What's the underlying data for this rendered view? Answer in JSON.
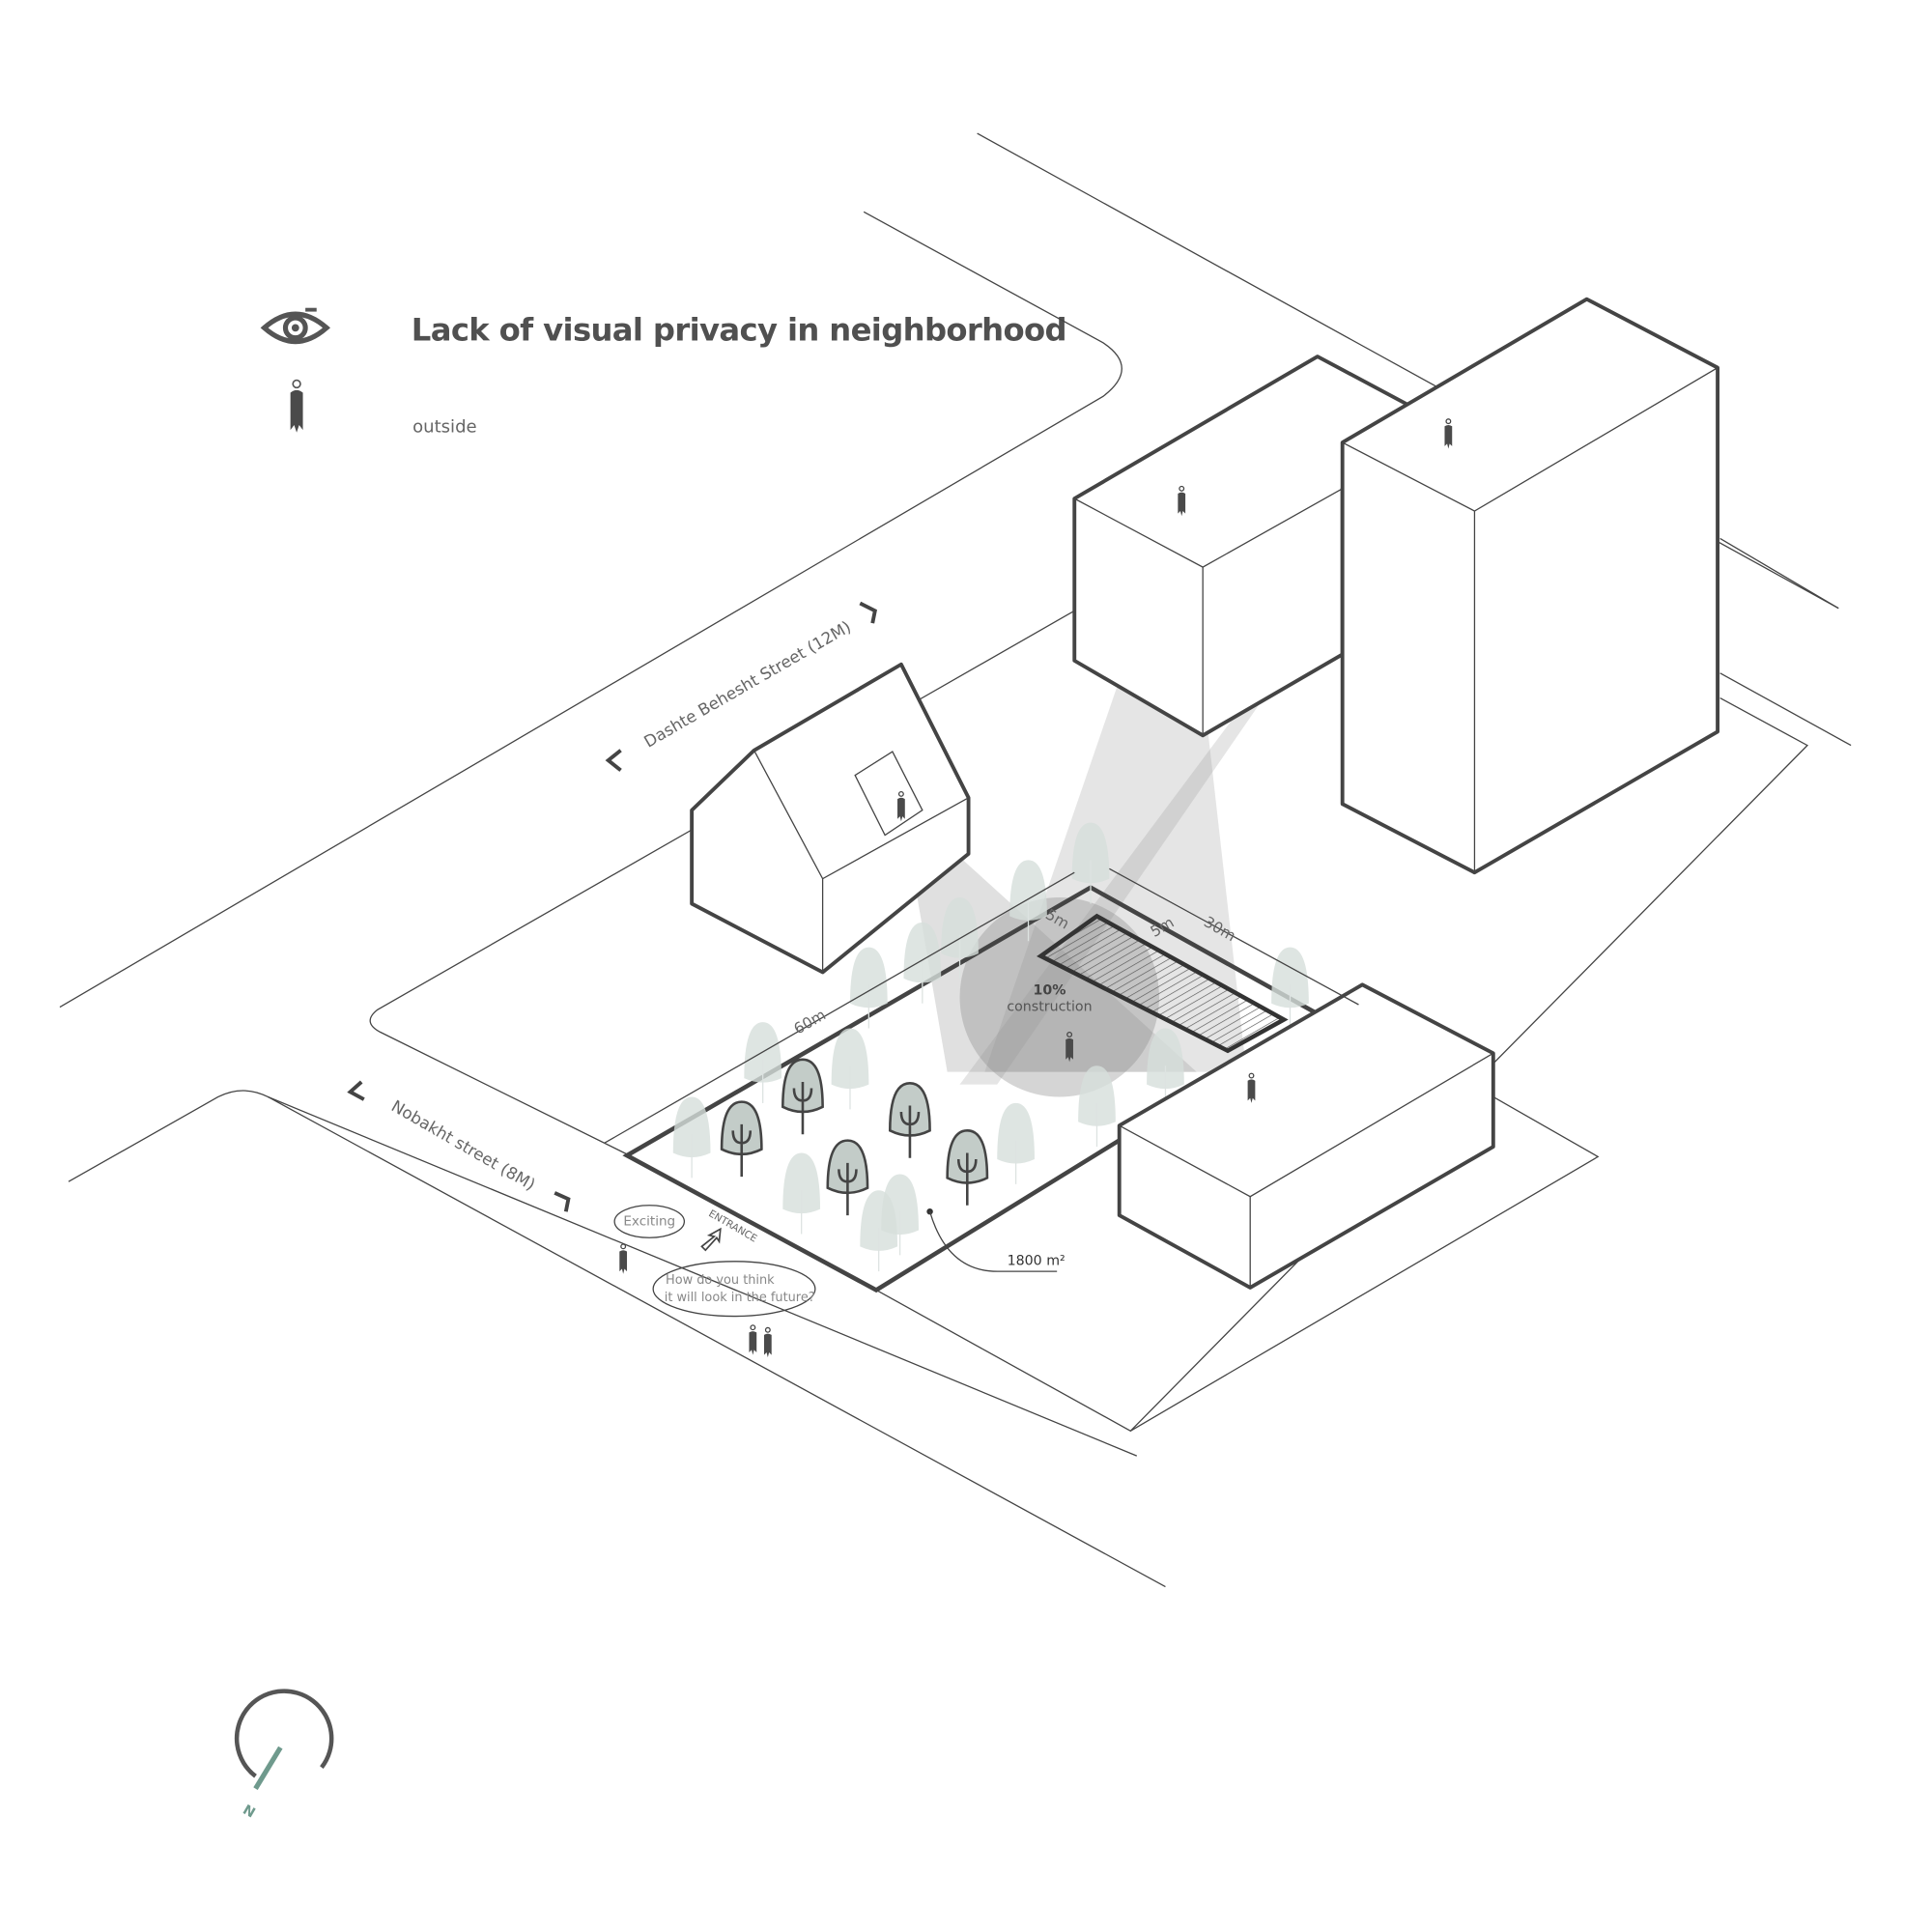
{
  "legend": {
    "title": "Lack of visual privacy in neighborhood",
    "person_label": "outside",
    "icons": [
      "eye-icon",
      "person-icon"
    ]
  },
  "streets": {
    "north": "Dashte Behesht Street (12M)",
    "south": "Nobakht street (8M)"
  },
  "dimensions": {
    "length": "60m",
    "setback_1": "5m",
    "setback_2": "5m",
    "width": "30m",
    "area": "1800 m²"
  },
  "construction": {
    "percent": "10%",
    "label": "construction"
  },
  "entrance": "ENTRANCE",
  "speech": {
    "exciting": "Exciting",
    "question_line1": "How do you think",
    "question_line2": "it will look in the future?"
  },
  "compass": {
    "label": "N"
  },
  "colors": {
    "line": "#444444",
    "tree": "#d6dedb",
    "compass_needle": "#6f9a8d"
  }
}
